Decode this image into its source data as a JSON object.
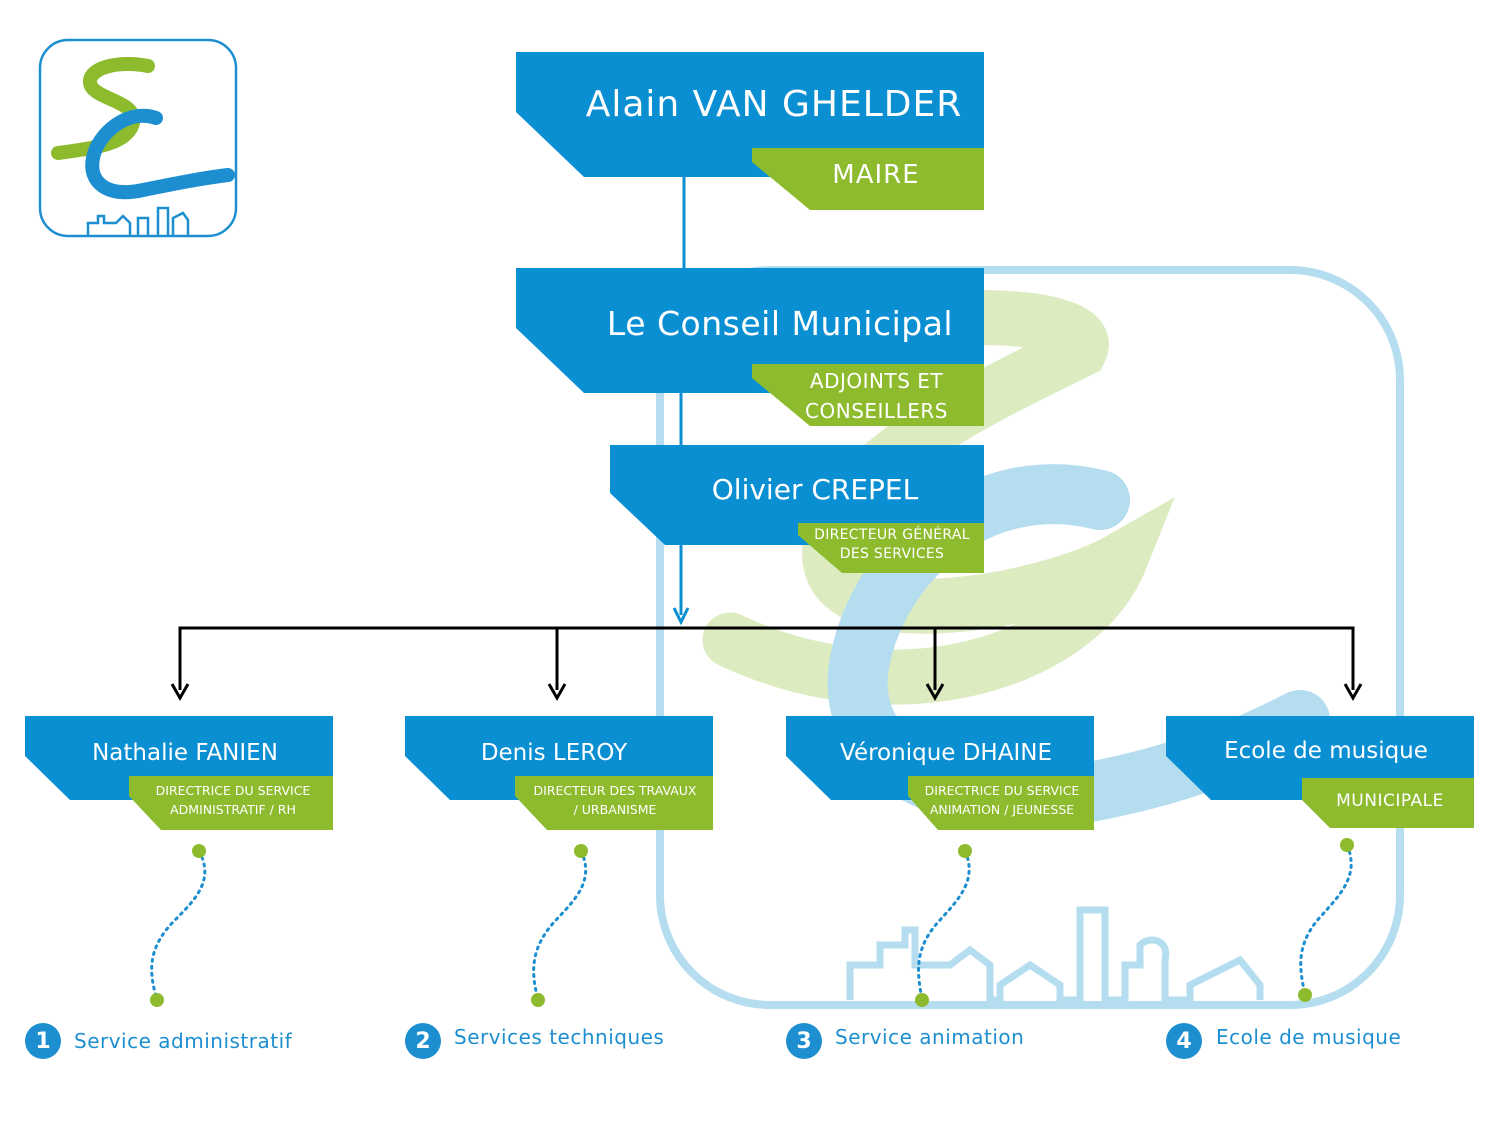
{
  "colors": {
    "blue": "#0a8fd3",
    "green": "#8dbb2d",
    "light_blue": "#b5ddf0",
    "light_green": "#dcebc0",
    "connector": "#000000"
  },
  "logo": {
    "name": "sc-logo"
  },
  "mayor": {
    "name": "Alain VAN GHELDER",
    "role": "MAIRE"
  },
  "council": {
    "name": "Le Conseil Municipal",
    "role_line1": "ADJOINTS ET",
    "role_line2": "CONSEILLERS"
  },
  "dgs": {
    "name": "Olivier CREPEL",
    "role_line1": "DIRECTEUR GÉNÉRAL",
    "role_line2": "DES SERVICES"
  },
  "departments": [
    {
      "name": "Nathalie FANIEN",
      "role_line1": "DIRECTRICE DU SERVICE",
      "role_line2": "ADMINISTRATIF / RH",
      "service": "Service administratif",
      "number": "1"
    },
    {
      "name": "Denis LEROY",
      "role_line1": "DIRECTEUR DES TRAVAUX",
      "role_line2": "/ URBANISME",
      "service": "Services techniques",
      "number": "2"
    },
    {
      "name": "Véronique DHAINE",
      "role_line1": "DIRECTRICE DU SERVICE",
      "role_line2": "ANIMATION / JEUNESSE",
      "service": "Service animation",
      "number": "3"
    },
    {
      "name": "Ecole de musique",
      "role_line1": "MUNICIPALE",
      "role_line2": "",
      "service": "Ecole de musique",
      "number": "4"
    }
  ]
}
